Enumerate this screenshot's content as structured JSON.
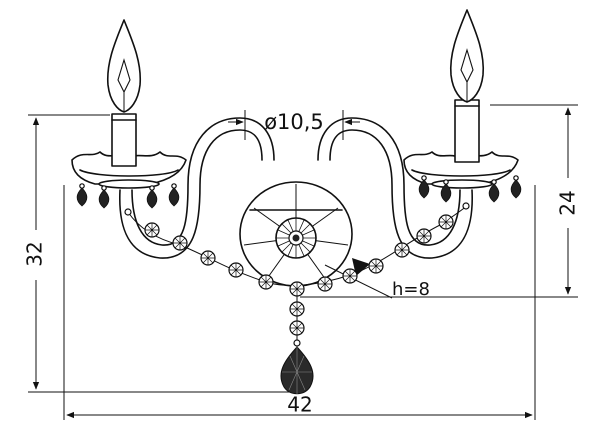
{
  "dimensions": {
    "diameter_label": "ø10,5",
    "height_total_label": "32",
    "height_candle_label": "24",
    "width_label": "42",
    "depth_label": "h=8"
  }
}
